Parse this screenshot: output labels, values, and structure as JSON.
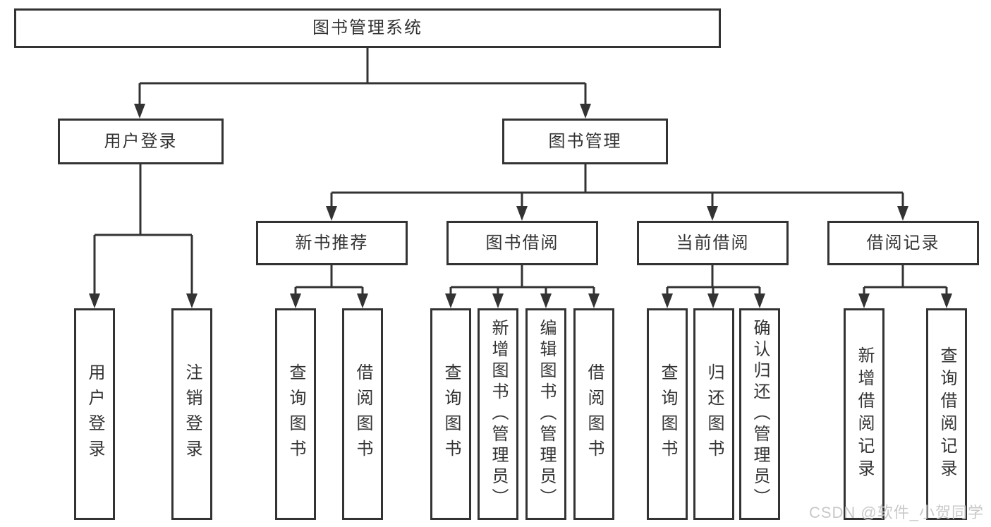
{
  "tree": {
    "label": "图书管理系统",
    "children": [
      {
        "label": "用户登录",
        "children": [
          {
            "label": "用户登录"
          },
          {
            "label": "注销登录"
          }
        ]
      },
      {
        "label": "图书管理",
        "children": [
          {
            "label": "新书推荐",
            "children": [
              {
                "label": "查询图书"
              },
              {
                "label": "借阅图书"
              }
            ]
          },
          {
            "label": "图书借阅",
            "children": [
              {
                "label": "查询图书"
              },
              {
                "label": "新增图书（管理员）"
              },
              {
                "label": "编辑图书（管理员）"
              },
              {
                "label": "借阅图书"
              }
            ]
          },
          {
            "label": "当前借阅",
            "children": [
              {
                "label": "查询图书"
              },
              {
                "label": "归还图书"
              },
              {
                "label": "确认归还（管理员）"
              }
            ]
          },
          {
            "label": "借阅记录",
            "children": [
              {
                "label": "新增借阅记录"
              },
              {
                "label": "查询借阅记录"
              }
            ]
          }
        ]
      }
    ]
  },
  "watermark": "CSDN @软件_小贺同学",
  "colors": {
    "line": "#333333",
    "box_border": "#333333",
    "text": "#333333",
    "watermark": "#c9c9c9",
    "background": "#ffffff"
  }
}
